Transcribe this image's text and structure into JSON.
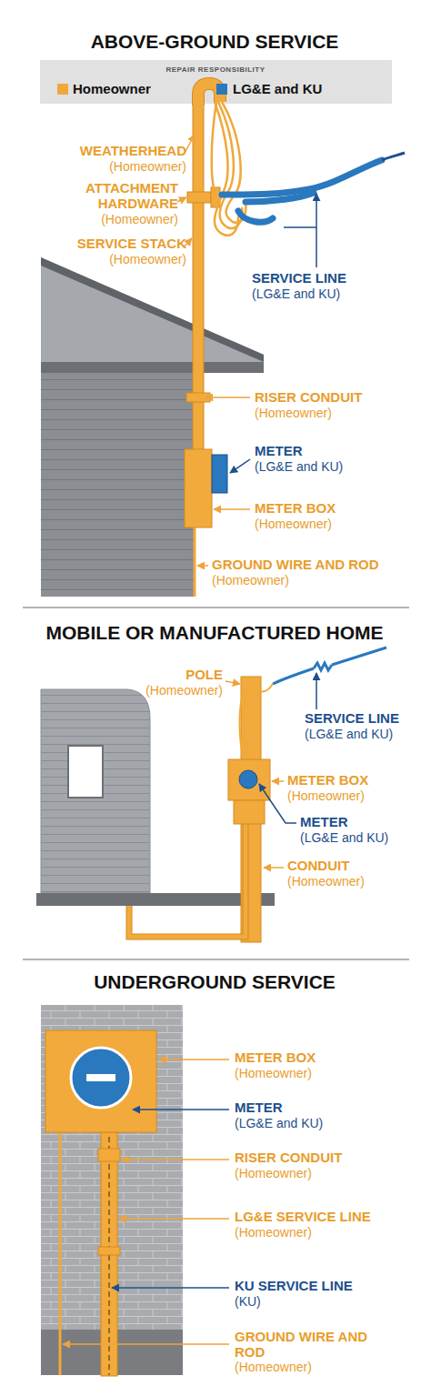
{
  "diagram": {
    "labels": [
      "ABOVE-GROUND SERVICE",
      "REPAIR RESPONSIBILITY",
      "WEATHERHEAD",
      "(Homeowner)",
      "ATTACHMENT HARDWARE",
      "(Homeowner)",
      "SERVICE STACK",
      "(Homeowner)",
      "SERVICE LINE",
      "(LG&E and KU)",
      "RISER CONDUIT",
      "(Homeowner)",
      "METER",
      "(LG&E and KU)",
      "METER BOX",
      "(Homeowner)",
      "GROUND WIRE AND ROD",
      "(Homeowner)",
      "MOBILE OR MANUFACTURED HOME",
      "POLE",
      "(Homeowner)",
      "SERVICE LINE",
      "(LG&E and KU)",
      "METER BOX",
      "(Homeowner)",
      "METER",
      "(LG&E and KU)",
      "CONDUIT",
      "(Homeowner)",
      "UNDERGROUND SERVICE",
      "METER BOX",
      "(Homeowner)",
      "METER",
      "(LG&E and KU)",
      "RISER CONDUIT",
      "(Homeowner)",
      "LG&E SERVICE LINE",
      "(Homeowner)",
      "KU SERVICE LINE",
      "(KU)",
      "GROUND WIRE AND ROD",
      "(Homeowner)"
    ],
    "legend": [
      {
        "text": "Homeowner",
        "color": "#f0a83a"
      },
      {
        "text": "LG&E and KU",
        "color": "#2a78bd"
      }
    ]
  }
}
